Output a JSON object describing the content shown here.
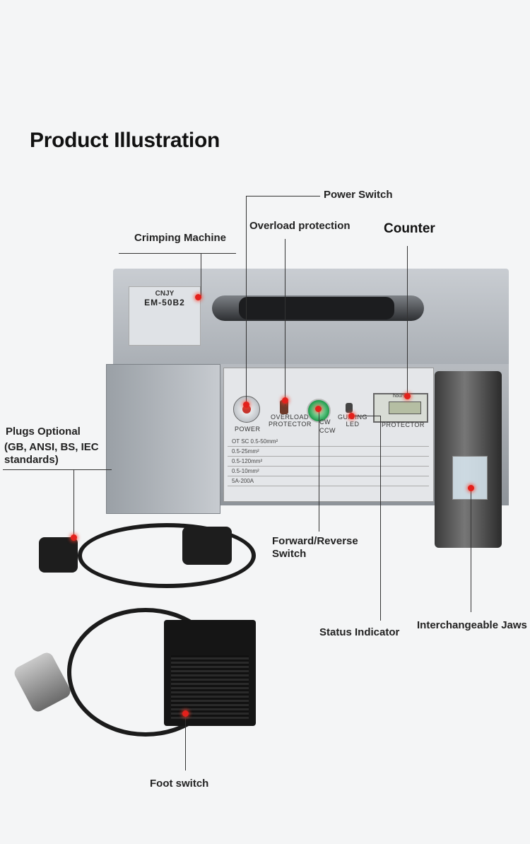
{
  "heading": "Product Illustration",
  "callouts": {
    "power_switch": "Power Switch",
    "overload": "Overload protection",
    "counter": "Counter",
    "crimping_machine": "Crimping Machine",
    "plugs_title": "Plugs Optional",
    "plugs_detail": "(GB, ANSI, BS, IEC standards)",
    "forward_reverse": "Forward/Reverse Switch",
    "status_indicator": "Status Indicator",
    "jaws": "Interchangeable Jaws",
    "foot_switch": "Foot switch"
  },
  "machine": {
    "model": "EM-50B2",
    "brand": "CNJY",
    "panel_power": "POWER",
    "panel_overload": "OVERLOAD PROTECTOR",
    "panel_cw": "CW",
    "panel_ccw": "CCW",
    "panel_led": "GUIDING LED",
    "panel_protector": "PROTECTOR",
    "counter_label": "hours",
    "table_rows": [
      "OT SC  0.5-50mm²",
      "0.5-25mm²",
      "0.5-120mm²",
      "0.5-10mm²",
      "5A-200A"
    ]
  },
  "colors": {
    "accent_dot": "#e3211c",
    "text": "#111111",
    "background": "#f4f5f6"
  }
}
